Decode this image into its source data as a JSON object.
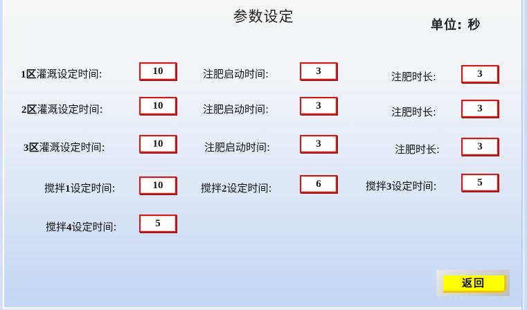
{
  "header": {
    "title": "参数设定",
    "unit_label": "单位: 秒"
  },
  "zones": [
    {
      "zone_label": "1区",
      "irrigation_label": "灌溉设定时间:",
      "irrigation_value": "10",
      "fert_start_label": "注肥启动时间:",
      "fert_start_value": "3",
      "fert_duration_label": "注肥时长:",
      "fert_duration_value": "3"
    },
    {
      "zone_label": "2区",
      "irrigation_label": "灌溉设定时间:",
      "irrigation_value": "10",
      "fert_start_label": "注肥启动时间:",
      "fert_start_value": "3",
      "fert_duration_label": "注肥时长:",
      "fert_duration_value": "3"
    },
    {
      "zone_label": "3区",
      "irrigation_label": "灌溉设定时间:",
      "irrigation_value": "10",
      "fert_start_label": "注肥启动时间:",
      "fert_start_value": "3",
      "fert_duration_label": "注肥时长:",
      "fert_duration_value": "3"
    }
  ],
  "mixers": [
    {
      "label_prefix": "搅拌",
      "num": "1",
      "label_suffix": "设定时间:",
      "value": "10"
    },
    {
      "label_prefix": "搅拌",
      "num": "2",
      "label_suffix": "设定时间:",
      "value": "6"
    },
    {
      "label_prefix": "搅拌",
      "num": "3",
      "label_suffix": "设定时间:",
      "value": "5"
    },
    {
      "label_prefix": "搅拌",
      "num": "4",
      "label_suffix": "设定时间:",
      "value": "5"
    }
  ],
  "actions": {
    "back_label": "返回"
  },
  "colors": {
    "value_border": "#d11a1a",
    "back_button": "#ffff00"
  }
}
